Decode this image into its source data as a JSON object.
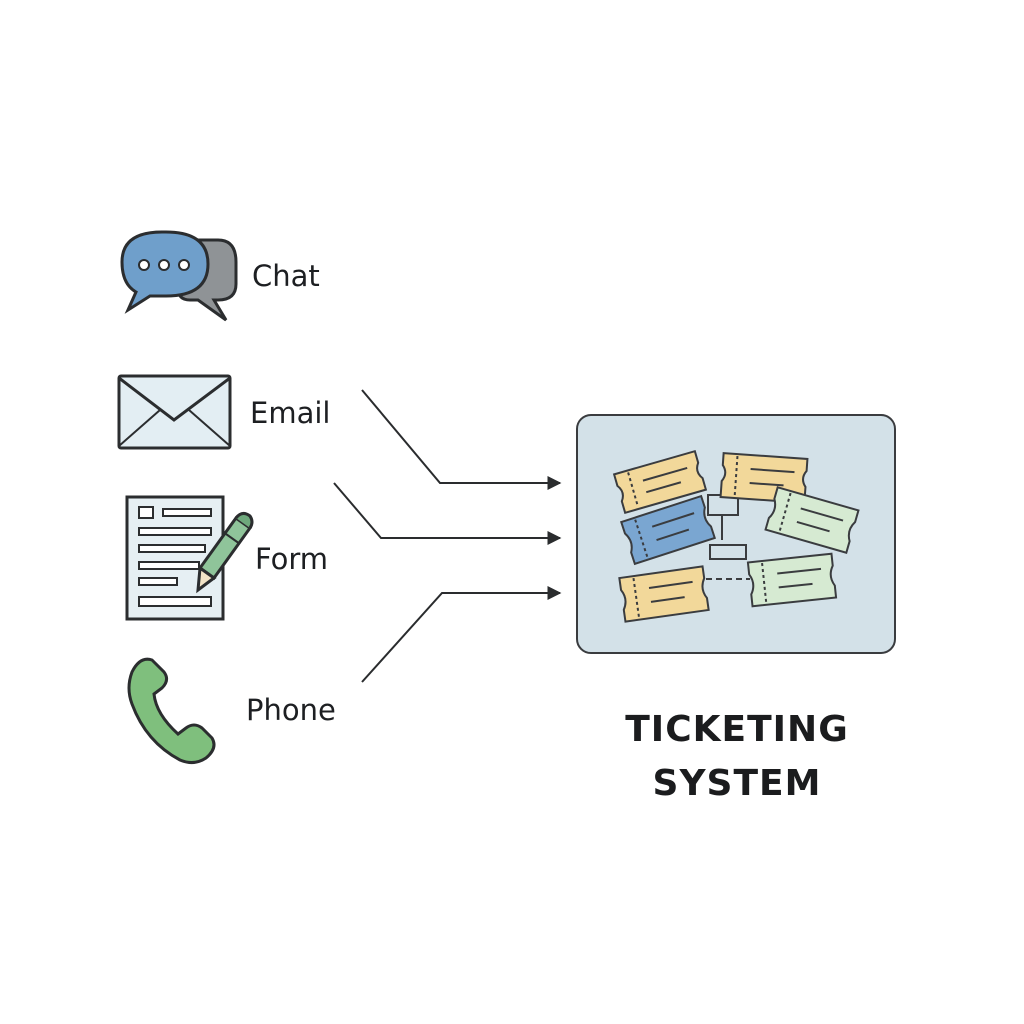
{
  "channels": [
    {
      "label": "Chat",
      "icon": "chat-bubbles-icon"
    },
    {
      "label": "Email",
      "icon": "envelope-icon"
    },
    {
      "label": "Form",
      "icon": "form-with-pen-icon"
    },
    {
      "label": "Phone",
      "icon": "phone-handset-icon"
    }
  ],
  "system": {
    "title_line1": "TICKETING",
    "title_line2": "SYSTEM",
    "icon": "ticket-stack-icon"
  },
  "colors": {
    "chat_primary": "#6f9fcb",
    "chat_secondary": "#8f9396",
    "envelope_fill": "#e3eef3",
    "form_fill": "#e6eff3",
    "pen_fill": "#8fc49a",
    "phone_fill": "#7fbf7d",
    "system_panel": "#d3e1e8",
    "ticket_yellow": "#f2d89a",
    "ticket_blue": "#7aa6d1",
    "ticket_green": "#d6ead2",
    "line_color": "#2a2c2e"
  }
}
